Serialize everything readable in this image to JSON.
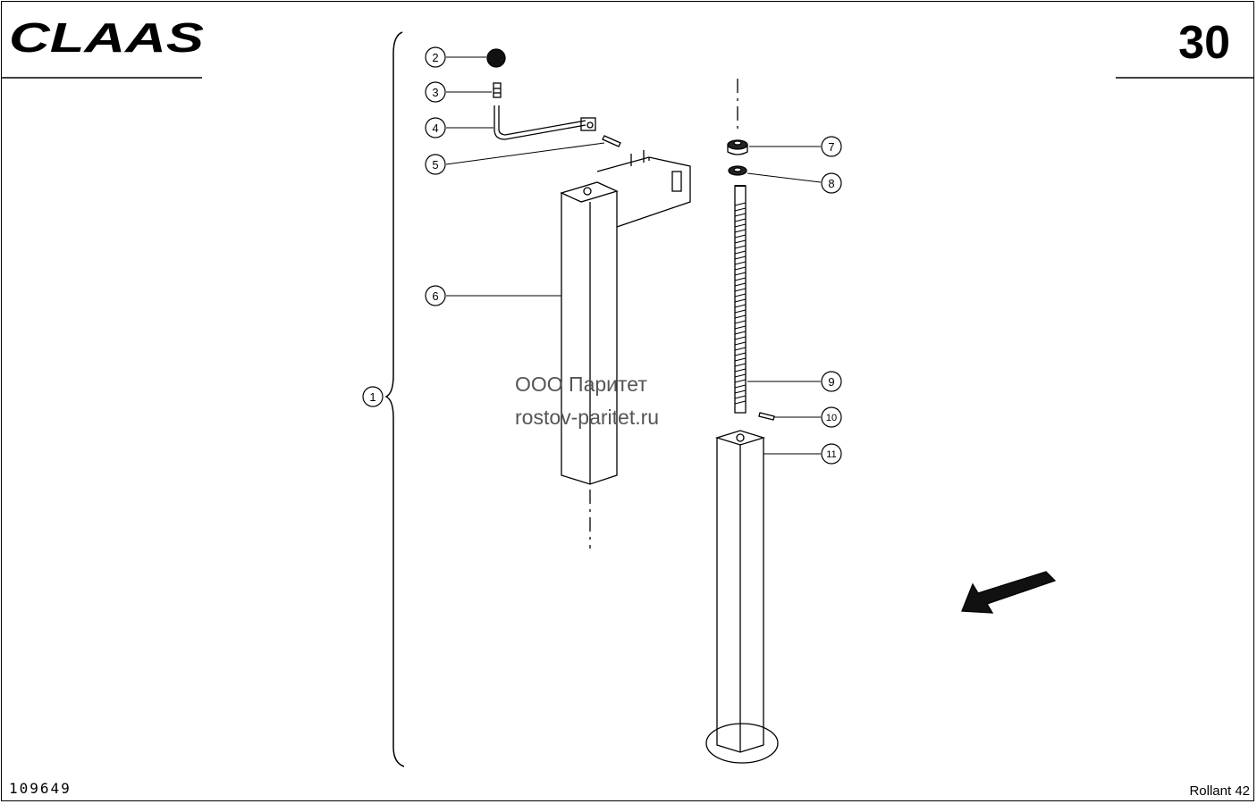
{
  "header": {
    "brand_logo": "CLAAS",
    "page_number": "30"
  },
  "footer": {
    "drawing_number": "109649",
    "model_name": "Rollant 42"
  },
  "watermark": {
    "line1": "ООО Паритет",
    "line2": "rostov-paritet.ru"
  },
  "callouts": [
    "1",
    "2",
    "3",
    "4",
    "5",
    "6",
    "7",
    "8",
    "9",
    "10",
    "11"
  ],
  "direction_arrow": "travel-direction-arrow"
}
